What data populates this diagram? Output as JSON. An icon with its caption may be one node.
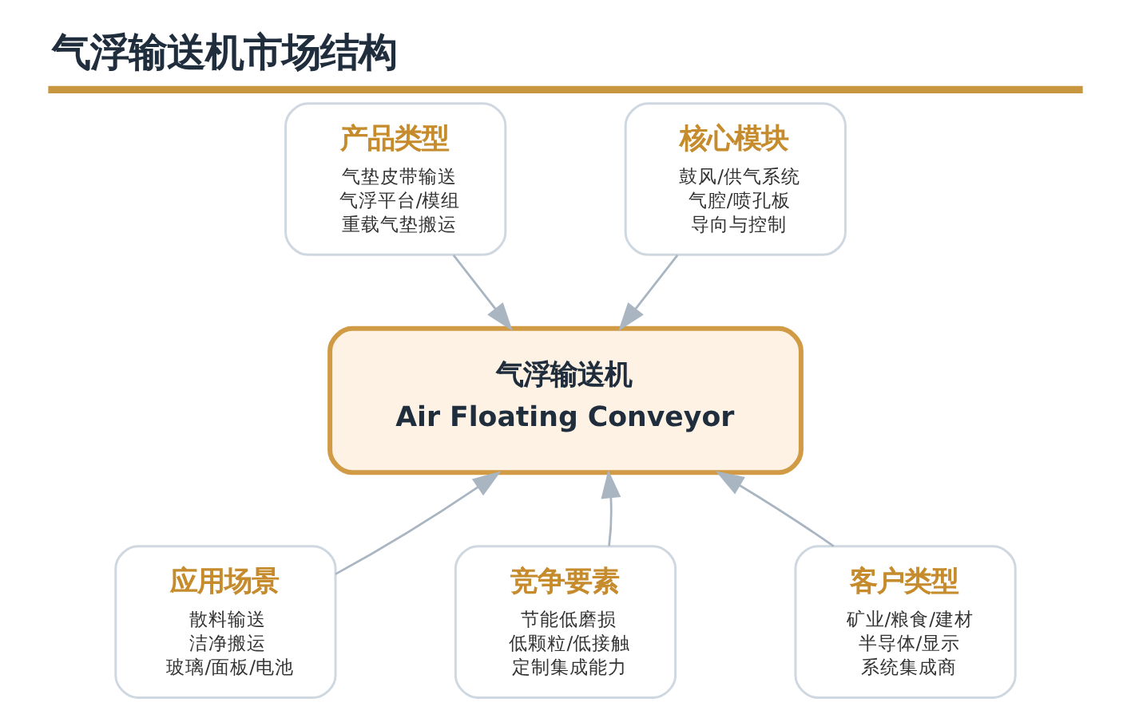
{
  "diagram": {
    "title": "气浮输送机市场结构",
    "nodes": [
      {
        "text": [
          "气浮输送机",
          "Air Floating Conveyor"
        ]
      },
      {
        "text": [
          "产品类型",
          "气垫皮带输送",
          "气浮平台/模组",
          "重载气垫搬运"
        ]
      },
      {
        "text": [
          "核心模块",
          "鼓风/供气系统",
          "气腔/喷孔板",
          "导向与控制"
        ]
      },
      {
        "text": [
          "应用场景",
          "散料输送",
          "洁净搬运",
          "玻璃/面板/电池"
        ]
      },
      {
        "text": [
          "竞争要素",
          "节能低磨损",
          "低颗粒/低接触",
          "定制集成能力"
        ]
      },
      {
        "text": [
          "客户类型",
          "矿业/粮食/建材",
          "半导体/显示",
          "系统集成商"
        ]
      }
    ],
    "edges": [
      {
        "from": 1,
        "to": 0,
        "arrow": "to"
      },
      {
        "from": 2,
        "to": 0,
        "arrow": "to"
      },
      {
        "from": 3,
        "to": 0,
        "arrow": "to"
      },
      {
        "from": 4,
        "to": 0,
        "arrow": "to"
      },
      {
        "from": 5,
        "to": 0,
        "arrow": "to"
      }
    ]
  }
}
